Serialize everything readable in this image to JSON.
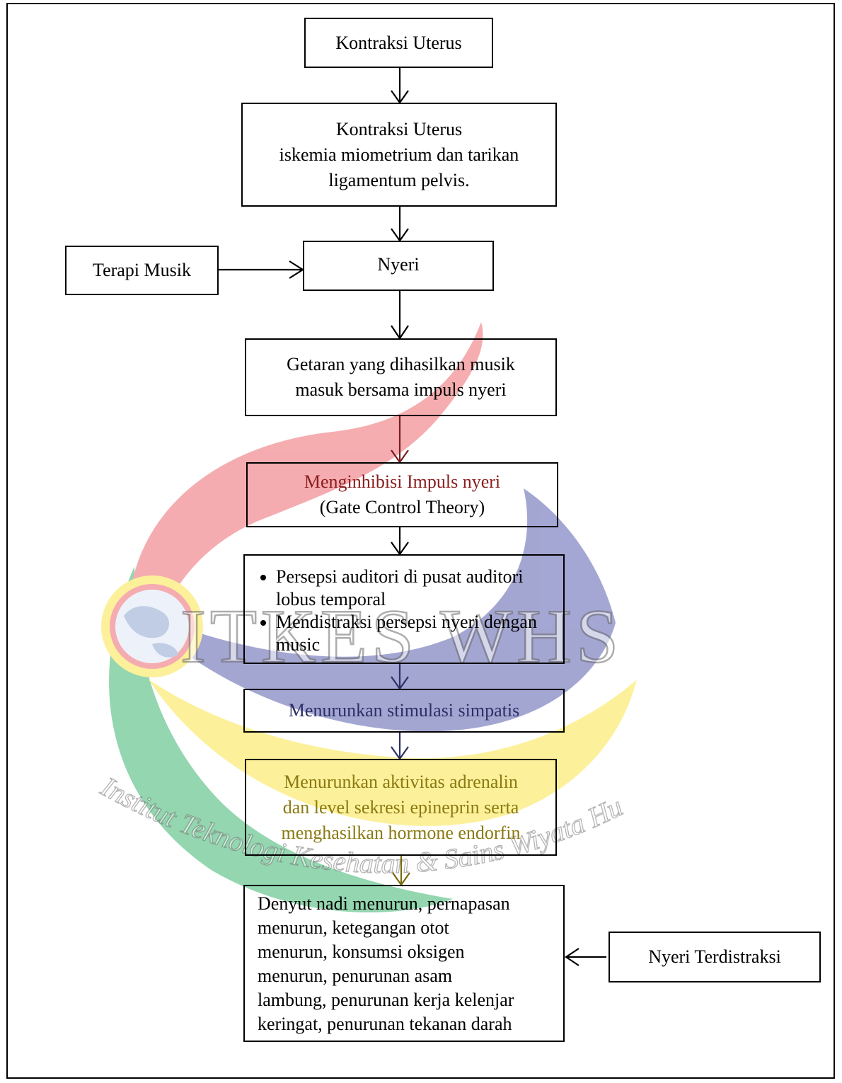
{
  "diagram": {
    "boxes": [
      {
        "id": "b1",
        "lines": [
          "Kontraksi Uterus"
        ]
      },
      {
        "id": "b2",
        "lines": [
          "Kontraksi Uterus",
          "iskemia miometrium dan tarikan",
          "ligamentum pelvis."
        ]
      },
      {
        "id": "b3",
        "lines": [
          "Nyeri"
        ]
      },
      {
        "id": "b4",
        "lines": [
          "Terapi Musik"
        ]
      },
      {
        "id": "b5",
        "lines": [
          "Getaran yang dihasilkan musik",
          "masuk bersama impuls nyeri"
        ]
      },
      {
        "id": "b6",
        "lines": [
          "Menginhibisi Impuls nyeri",
          "(Gate Control Theory)"
        ]
      },
      {
        "id": "b7",
        "bullets": [
          "Persepsi auditori di pusat auditori lobus temporal",
          "Mendistraksi persepsi nyeri dengan music"
        ]
      },
      {
        "id": "b8",
        "lines": [
          "Menurunkan stimulasi simpatis"
        ]
      },
      {
        "id": "b9",
        "lines": [
          "Menurunkan aktivitas adrenalin",
          "dan level sekresi epineprin serta",
          "menghasilkan hormone endorfin"
        ]
      },
      {
        "id": "b10",
        "lines": [
          "Denyut nadi menurun, pernapasan",
          "menurun, ketegangan otot",
          "menurun, konsumsi oksigen",
          "menurun, penurunan asam",
          "lambung, penurunan kerja kelenjar",
          "keringat, penurunan tekanan darah"
        ]
      },
      {
        "id": "b11",
        "lines": [
          "Nyeri Terdistraksi"
        ]
      }
    ]
  },
  "watermark": {
    "title": "ITKES WHS",
    "subtitle": "Institut Teknologi Kesehatan & Sains Wiyata Husada Samarinda",
    "colors": {
      "red": "#ee6a70",
      "blue": "#5a5fae",
      "yellow": "#fbe54a",
      "green": "#3bb56e"
    }
  }
}
